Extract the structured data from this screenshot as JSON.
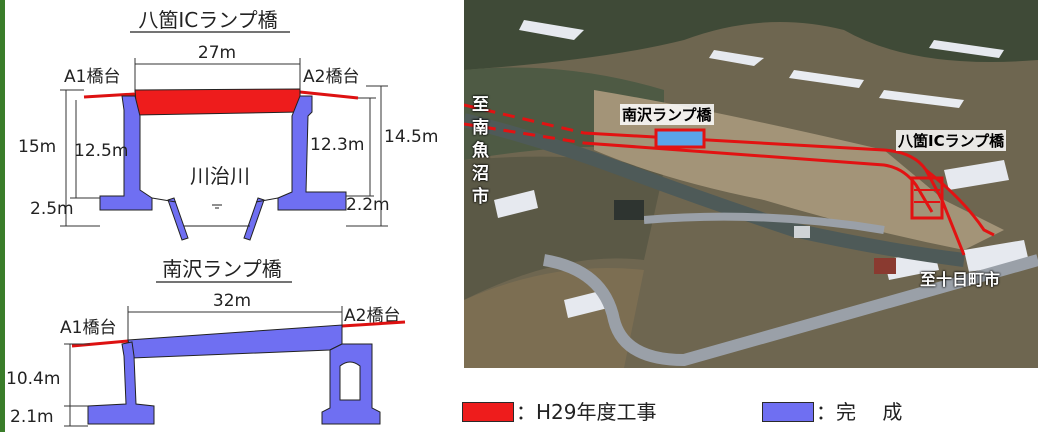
{
  "colors": {
    "new_work": "#ee1c1c",
    "completed": "#6f6ff2",
    "frame": "#3a7d2a"
  },
  "bridge1": {
    "title": "八箇ICランプ橋",
    "span": "27m",
    "abutment_left": "A1橋台",
    "abutment_right": "A2橋台",
    "height_total": "15m",
    "height_left": "12.5m",
    "height_right": "12.3m",
    "height_total_right": "14.5m",
    "footing_left": "2.5m",
    "footing_right": "2.2m",
    "river": "川治川"
  },
  "bridge2": {
    "title": "南沢ランプ橋",
    "span": "32m",
    "abutment_left": "A1橋台",
    "abutment_right": "A2橋台",
    "height": "10.4m",
    "footing": "2.1m"
  },
  "photo": {
    "label_minamisawa": "南沢ランプ橋",
    "label_yoka": "八箇ICランプ橋",
    "label_to_minamiuonuma": [
      "至",
      "南",
      "魚",
      "沼",
      "市"
    ],
    "label_to_tokamachi": "至十日町市"
  },
  "legend": {
    "new_label": "：H29年度工事",
    "completed_label": "：完　 成"
  }
}
